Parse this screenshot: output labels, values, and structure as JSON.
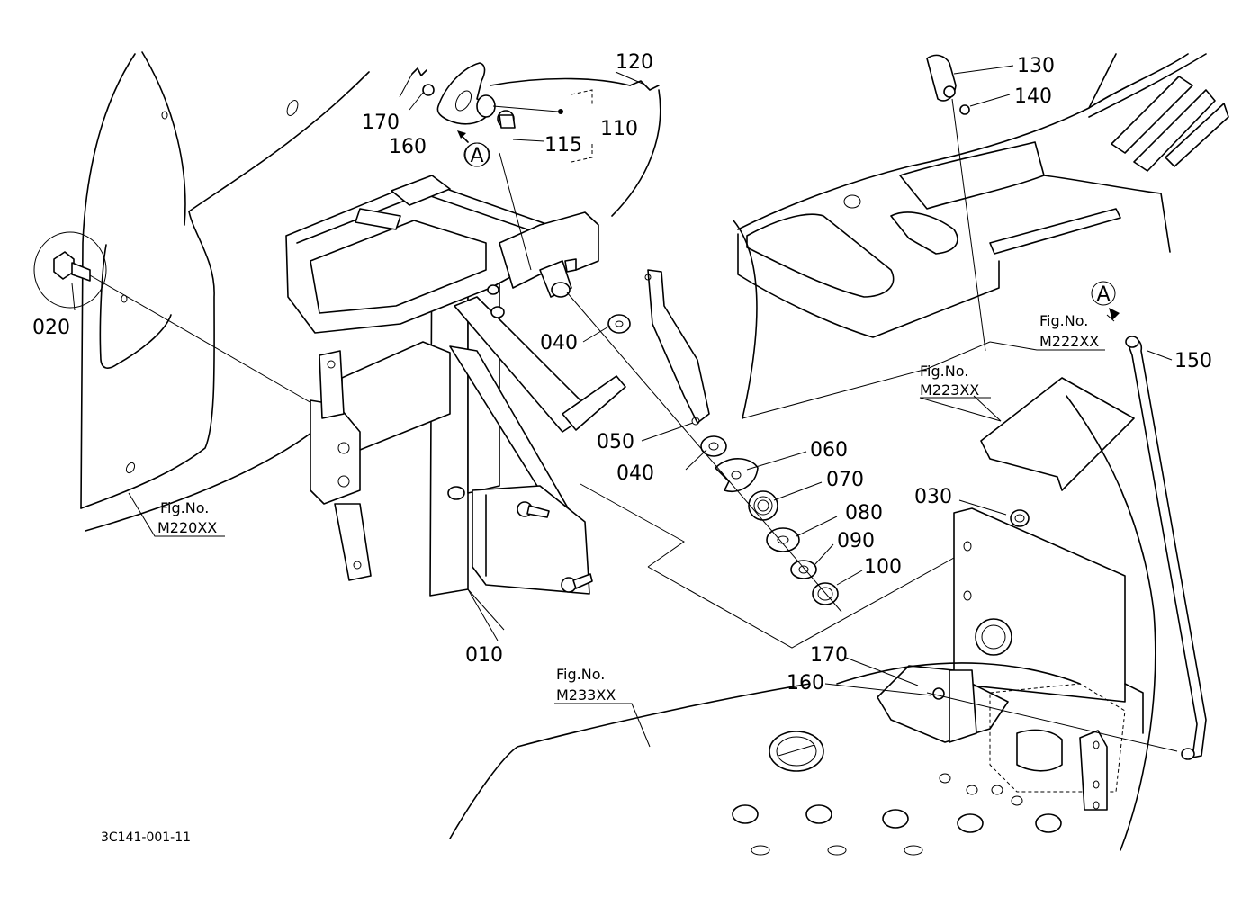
{
  "diagram_code": "3C141-001-11",
  "callout": "A",
  "part_labels": {
    "p010": "010",
    "p020": "020",
    "p030": "030",
    "p040a": "040",
    "p040b": "040",
    "p050": "050",
    "p060": "060",
    "p070": "070",
    "p080": "080",
    "p090": "090",
    "p100": "100",
    "p110": "110",
    "p115": "115",
    "p120": "120",
    "p130": "130",
    "p140": "140",
    "p150": "150",
    "p160a": "160",
    "p160b": "160",
    "p170a": "170",
    "p170b": "170"
  },
  "figure_refs": {
    "fig_label": "Fig.No.",
    "m220": "M220XX",
    "m222": "M222XX",
    "m223": "M223XX",
    "m233": "M233XX"
  }
}
